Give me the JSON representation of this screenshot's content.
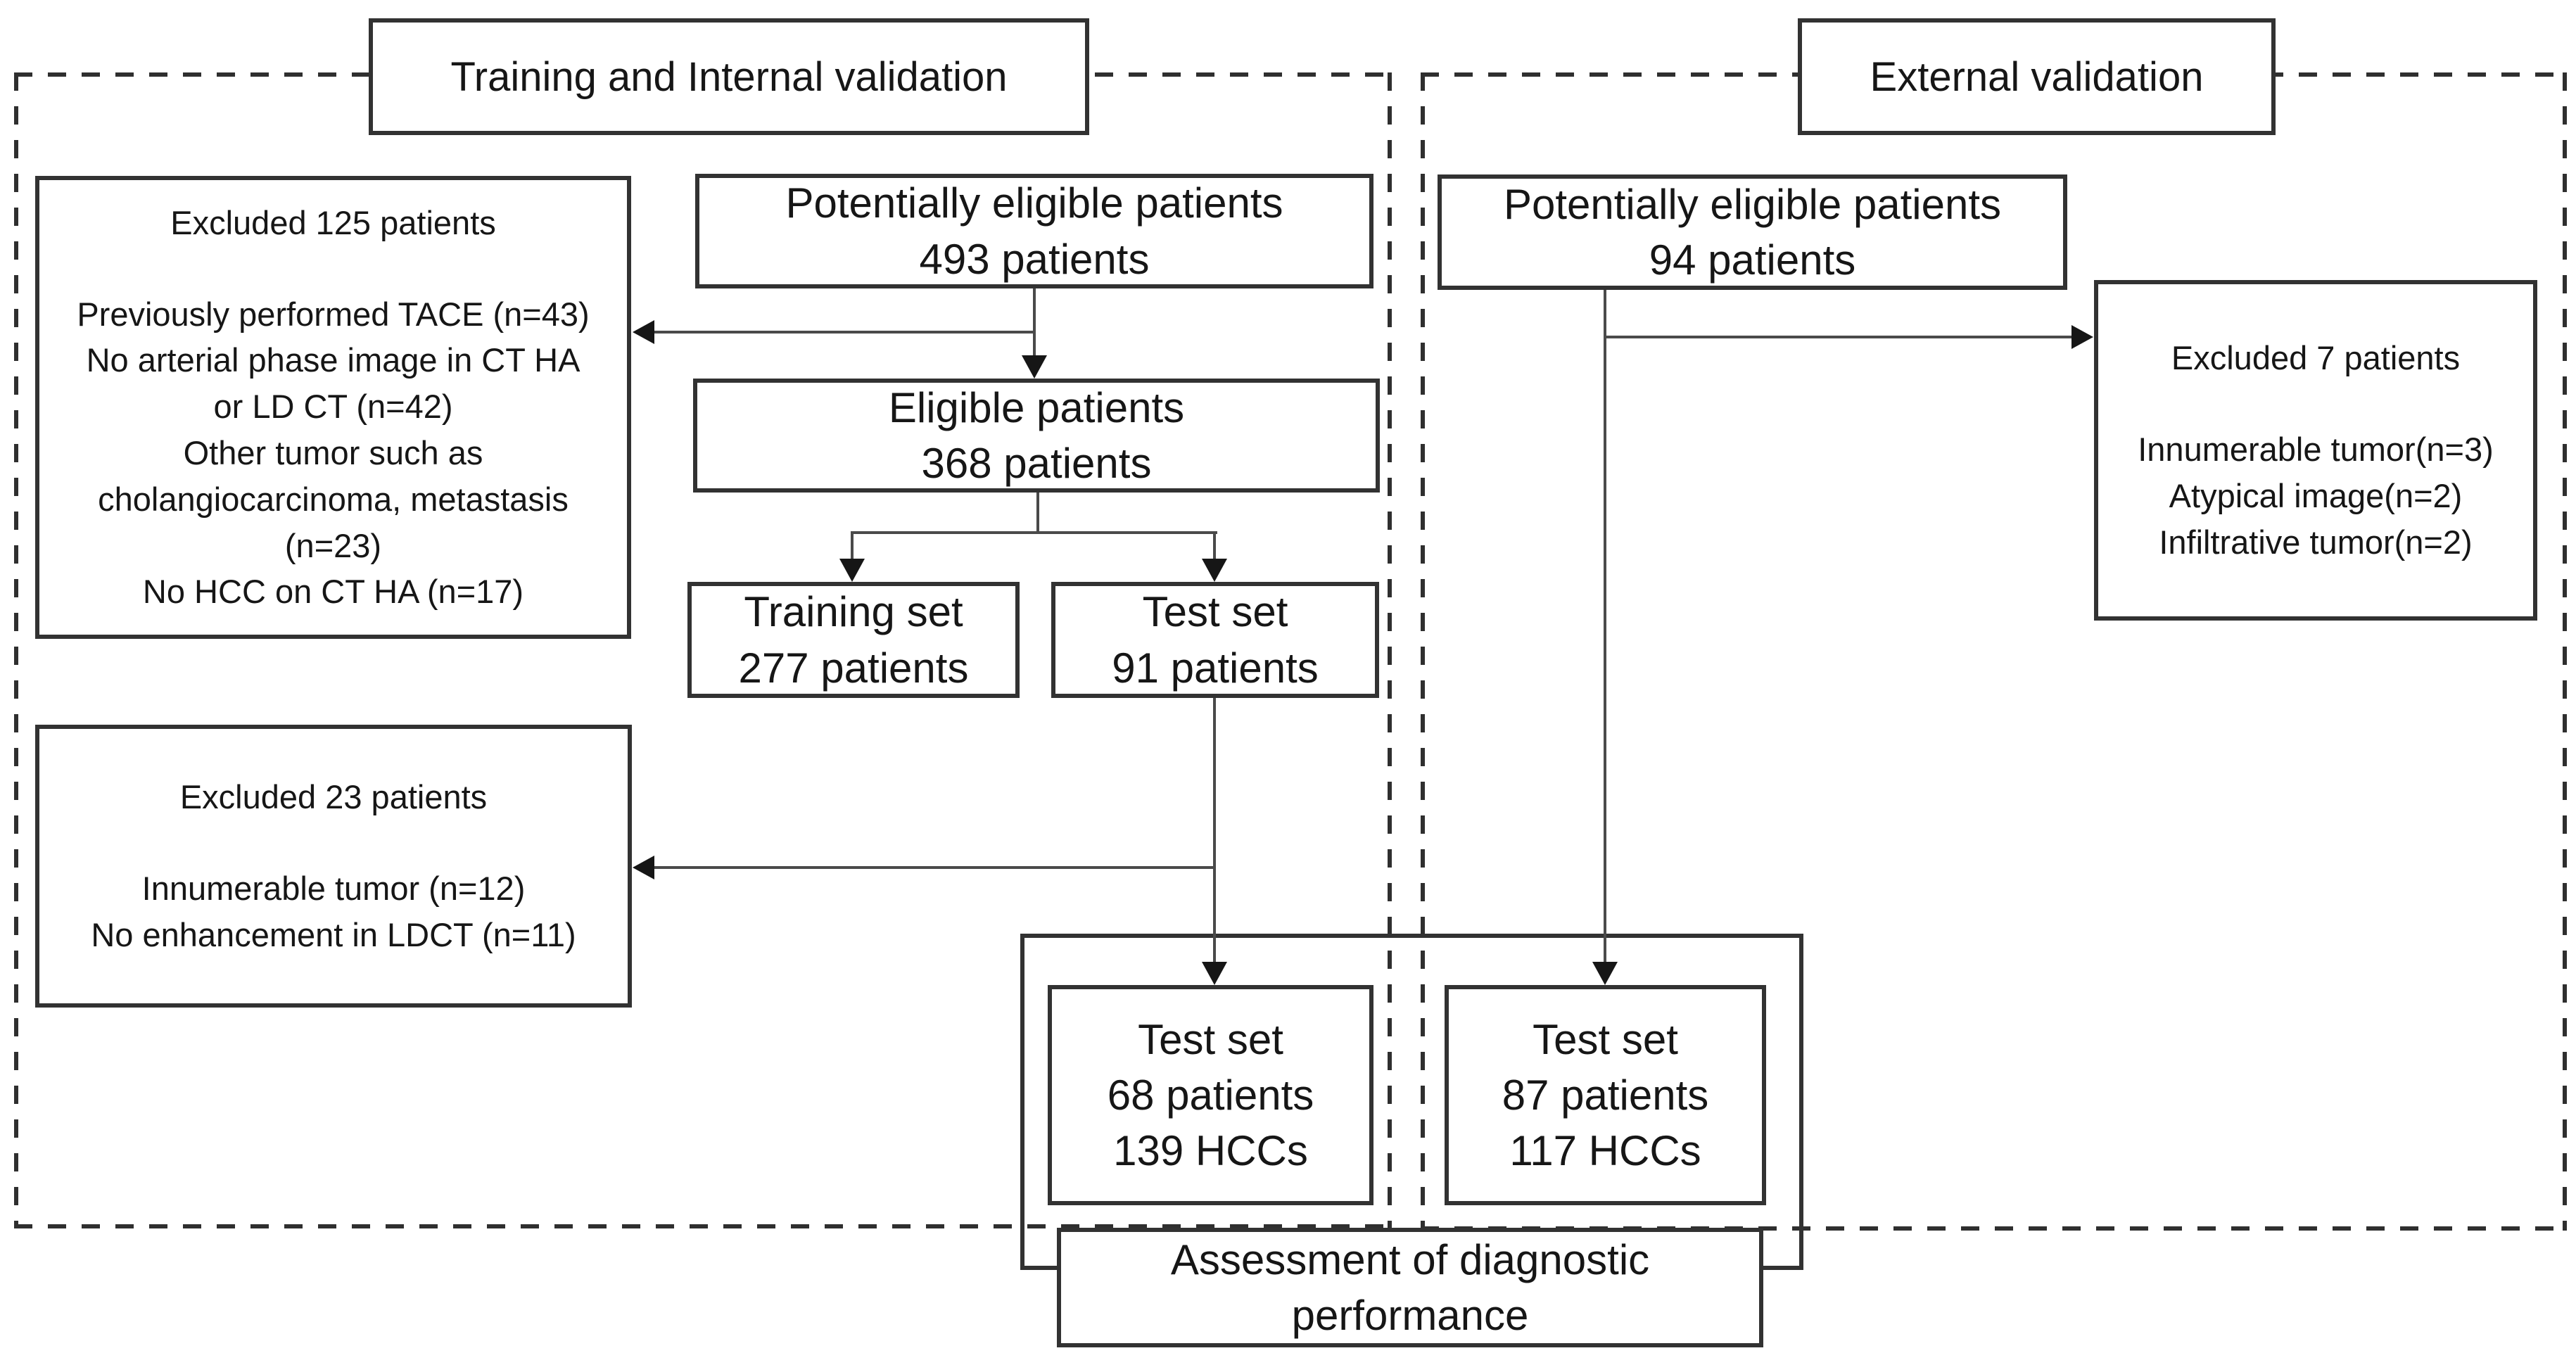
{
  "panels": {
    "training_internal": {
      "title": "Training and Internal validation"
    },
    "external": {
      "title": "External validation"
    }
  },
  "boxes": {
    "potential_493": {
      "lines": [
        "Potentially eligible patients",
        "493 patients"
      ]
    },
    "excluded_125": {
      "title": "Excluded 125 patients",
      "reasons": [
        "Previously performed TACE (n=43)",
        "No arterial phase image in CT HA",
        "or LD CT (n=42)",
        "Other tumor such as",
        "cholangiocarcinoma, metastasis",
        "(n=23)",
        "No HCC on CT HA (n=17)"
      ]
    },
    "eligible_368": {
      "lines": [
        "Eligible patients",
        "368 patients"
      ]
    },
    "training_set": {
      "lines": [
        "Training set",
        "277 patients"
      ]
    },
    "test_set_91": {
      "lines": [
        "Test set",
        "91 patients"
      ]
    },
    "excluded_23": {
      "title": "Excluded 23 patients",
      "reasons": [
        "Innumerable tumor (n=12)",
        "No enhancement in LDCT (n=11)"
      ]
    },
    "test_set_68": {
      "lines": [
        "Test set",
        "68 patients",
        "139 HCCs"
      ]
    },
    "potential_94": {
      "lines": [
        "Potentially eligible patients",
        "94 patients"
      ]
    },
    "excluded_7": {
      "title": "Excluded 7 patients",
      "reasons": [
        "Innumerable tumor(n=3)",
        "Atypical image(n=2)",
        "Infiltrative tumor(n=2)"
      ]
    },
    "test_set_87": {
      "lines": [
        "Test set",
        "87 patients",
        "117 HCCs"
      ]
    },
    "assessment": {
      "lines": [
        "Assessment of diagnostic",
        "performance"
      ]
    }
  },
  "colors": {
    "ink": "#161616",
    "border": "#323232",
    "line": "#4a4a4a",
    "background": "#ffffff"
  }
}
